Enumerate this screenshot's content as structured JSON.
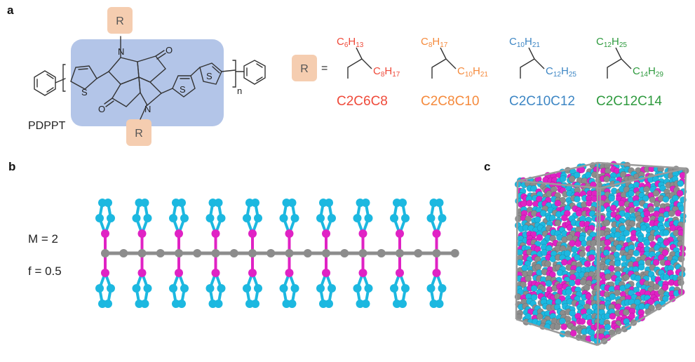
{
  "panels": {
    "a": "a",
    "b": "b",
    "c": "c"
  },
  "panel_a": {
    "polymer_name": "PDPPT",
    "r_symbol": "R",
    "equals": "=",
    "repeat_index": "n",
    "atoms": {
      "nitrogen": "N",
      "oxygen": "O",
      "sulfur": "S"
    },
    "side_chains": [
      {
        "name": "C2C6C8",
        "color": "#ef4a3a",
        "top_main": "C",
        "top_sub": "6",
        "top_main2": "H",
        "top_sub2": "13",
        "right_main": "C",
        "right_sub": "8",
        "right_main2": "H",
        "right_sub2": "17"
      },
      {
        "name": "C2C8C10",
        "color": "#f58a3c",
        "top_main": "C",
        "top_sub": "8",
        "top_main2": "H",
        "top_sub2": "17",
        "right_main": "C",
        "right_sub": "10",
        "right_main2": "H",
        "right_sub2": "21"
      },
      {
        "name": "C2C10C12",
        "color": "#3d86c4",
        "top_main": "C",
        "top_sub": "10",
        "top_main2": "H",
        "top_sub2": "21",
        "right_main": "C",
        "right_sub": "12",
        "right_main2": "H",
        "right_sub2": "25"
      },
      {
        "name": "C2C12C14",
        "color": "#2e9a3e",
        "top_main": "C",
        "top_sub": "12",
        "top_main2": "H",
        "top_sub2": "25",
        "right_main": "C",
        "right_sub": "14",
        "right_main2": "H",
        "right_sub2": "29"
      }
    ],
    "colors": {
      "core_highlight": "#b3c5e8",
      "r_box": "#f5cdb0"
    }
  },
  "panel_b": {
    "m_label": "M = 2",
    "f_label": "f = 0.5",
    "side_chain_count": 10,
    "colors": {
      "backbone": "#8c8c8c",
      "linker": "#e022c4",
      "tip": "#1cb8e0"
    }
  },
  "panel_c": {
    "colors": {
      "bead_cyan": "#1cb8e0",
      "bead_magenta": "#e022c4",
      "bead_gray": "#8c8c8c",
      "box_edge": "#9a9a9a"
    }
  }
}
